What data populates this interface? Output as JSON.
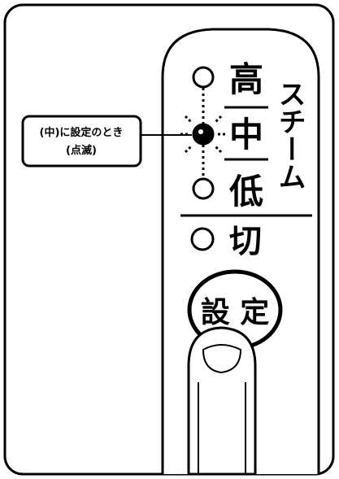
{
  "panel": {
    "levels": {
      "high": "高",
      "mid": "中",
      "low": "低"
    },
    "vertical_label": "スチーム",
    "off_label": "切",
    "set_button_label": "設 定"
  },
  "callout": {
    "line1": "(中)に設定のとき",
    "line2": "(点滅)"
  },
  "colors": {
    "ink": "#000000",
    "paper": "#ffffff",
    "finger_fill": "#ffffff"
  },
  "icons": {
    "led_high": "circle-outline-icon",
    "led_mid": "blinking-filled-led-icon",
    "led_low": "circle-outline-icon",
    "led_off": "circle-outline-icon",
    "finger": "pointing-finger-icon"
  }
}
